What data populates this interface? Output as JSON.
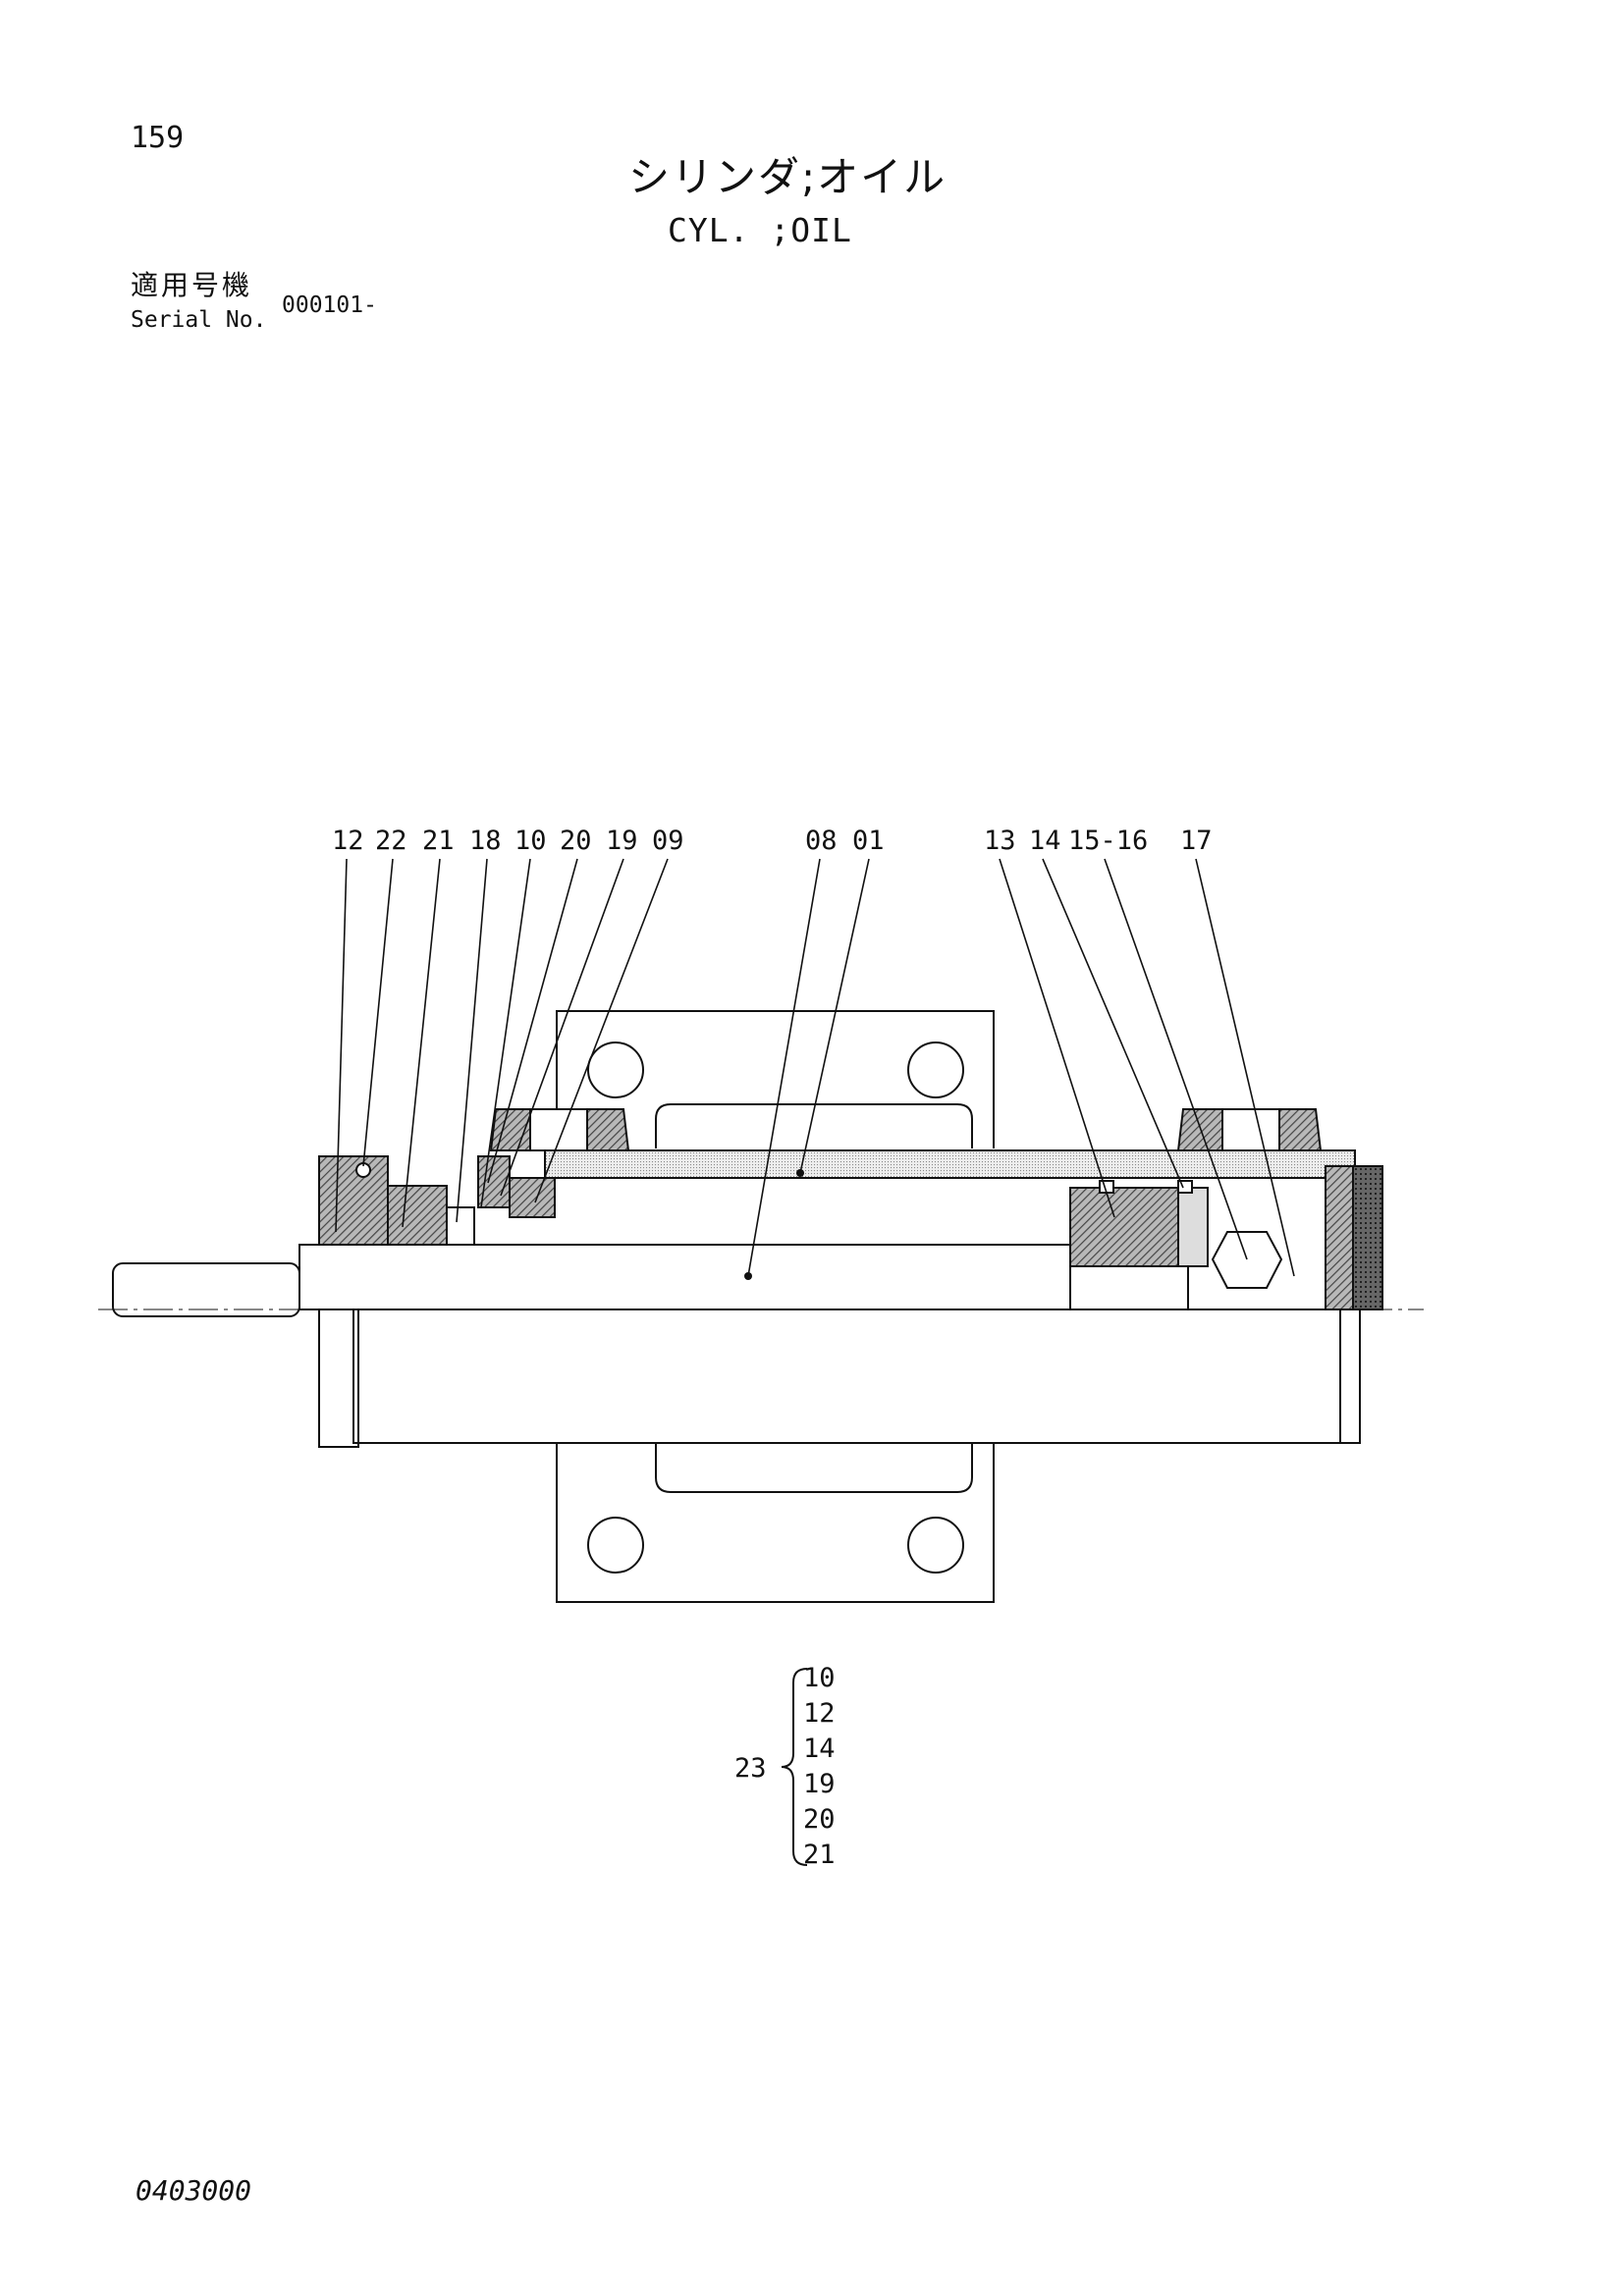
{
  "page": {
    "number": "159",
    "title_jp": "シリンダ;オイル",
    "title_en": "CYL. ;OIL",
    "serial_label_jp": "適用号機",
    "serial_label_en": "Serial No.",
    "serial_value": "000101-",
    "footer_code": "0403000"
  },
  "callouts": [
    "12",
    "22",
    "21",
    "18",
    "10",
    "20",
    "19",
    "09",
    "08",
    "01",
    "13",
    "14",
    "15-16",
    "17"
  ],
  "assembly": {
    "number": "23",
    "components": [
      "10",
      "12",
      "14",
      "19",
      "20",
      "21"
    ]
  }
}
